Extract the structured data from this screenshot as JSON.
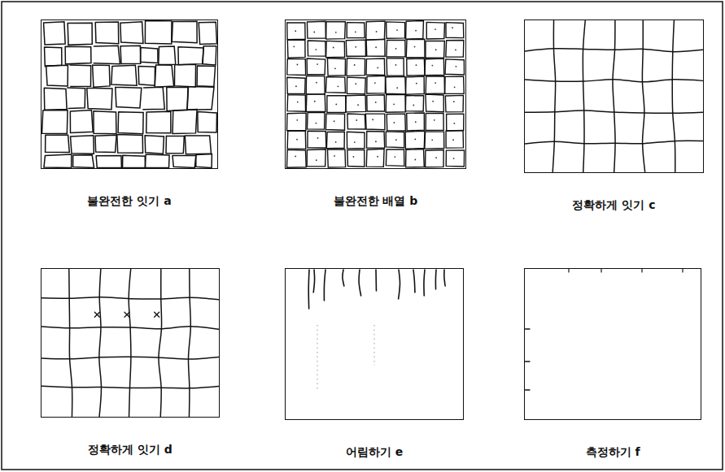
{
  "diagram": {
    "nodes": [
      {
        "text": [
          "불완전한 잇기 a"
        ]
      },
      {
        "text": [
          "불완전한 배열 b"
        ]
      },
      {
        "text": [
          "정확하게 잇기 c"
        ]
      },
      {
        "text": [
          "정확하게 잇기 d"
        ]
      },
      {
        "text": [
          "어림하기 e"
        ]
      },
      {
        "text": [
          "측정하기 f"
        ]
      }
    ]
  }
}
